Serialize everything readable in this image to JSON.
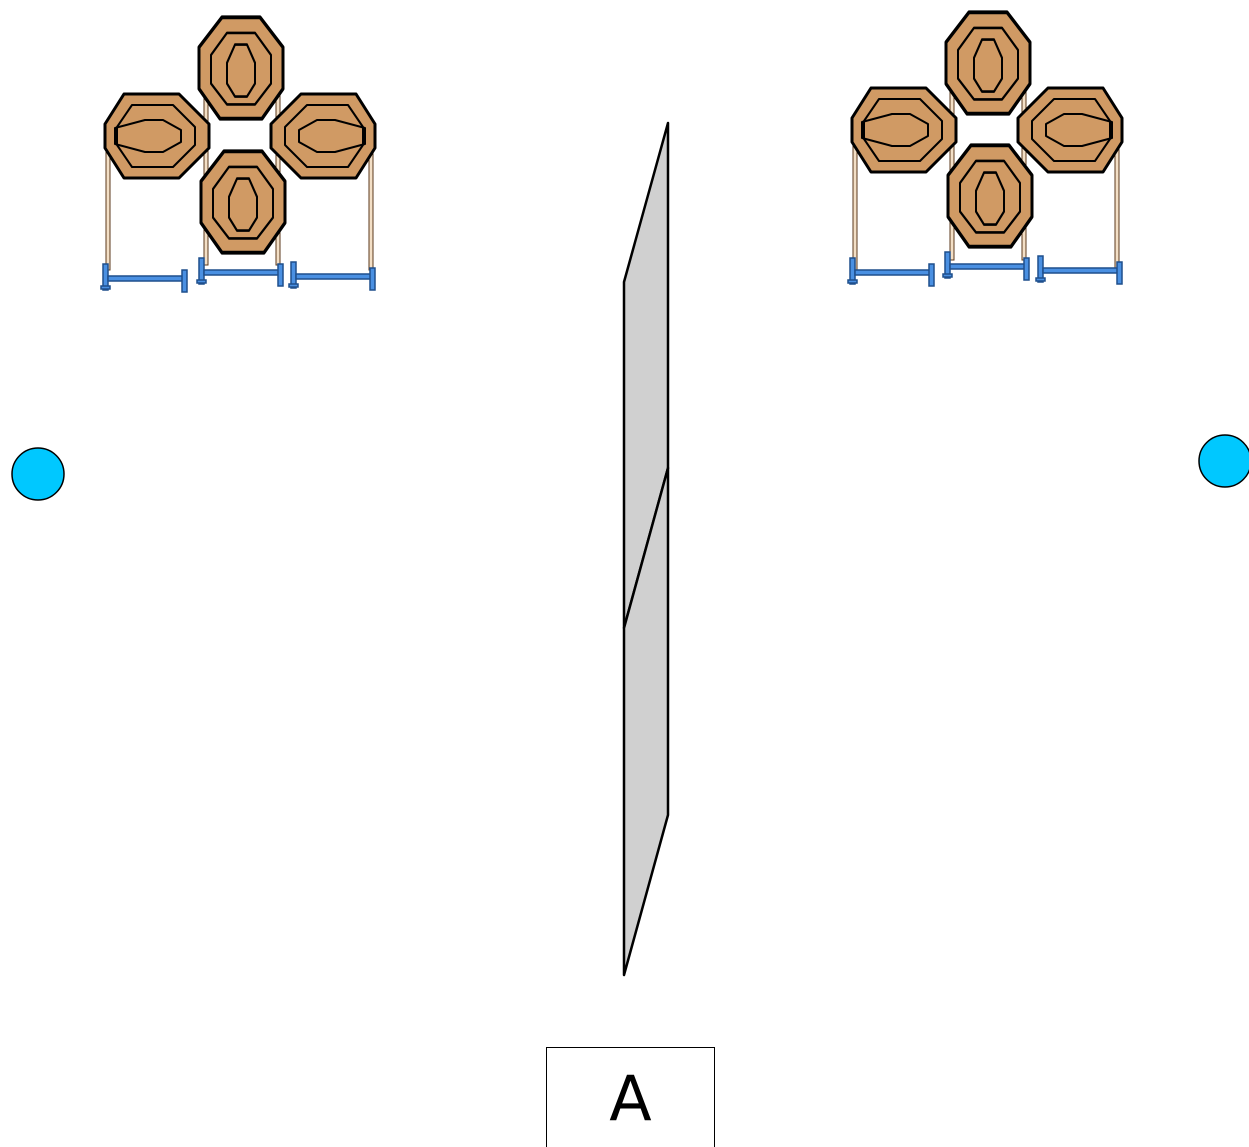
{
  "stage": {
    "label": "A",
    "colors": {
      "target_fill": "#d09a64",
      "stand_base": "#4a90e2",
      "shooter_marker": "#00c8ff",
      "barrier_fill": "#d0d0d0",
      "outline": "#000000"
    },
    "elements": {
      "target_arrays": [
        {
          "name": "target-array-left",
          "targets": 4,
          "stands": 3
        },
        {
          "name": "target-array-right",
          "targets": 4,
          "stands": 3
        }
      ],
      "shooting_positions": [
        "shooting-position-left",
        "shooting-position-right"
      ],
      "barrier": {
        "name": "center-barrier",
        "panels": 2
      }
    }
  }
}
